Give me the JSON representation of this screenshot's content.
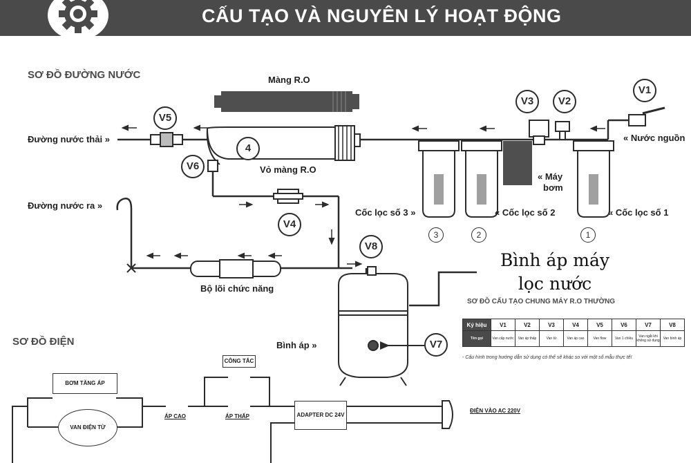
{
  "header": {
    "title": "CẤU TẠO VÀ NGUYÊN LÝ HOẠT ĐỘNG"
  },
  "sections": {
    "water": "SƠ ĐỒ ĐƯỜNG NƯỚC",
    "electric": "SƠ ĐỒ ĐIỆN"
  },
  "labels": {
    "ro_membrane": "Màng R.O",
    "ro_housing": "Vỏ màng R.O",
    "waste_water": "Đường nước thải »",
    "water_out": "Đường nước ra »",
    "water_source": "« Nước nguồn",
    "pump": "« Máy",
    "pump2": "bơm",
    "filter1": "« Cốc lọc số 1",
    "filter2": "« Cốc lọc số 2",
    "filter3": "Cốc lọc số 3 »",
    "functional_core": "Bộ lõi chức năng",
    "pressure_tank": "Bình áp »"
  },
  "valves": [
    "V1",
    "V2",
    "V3",
    "V4",
    "V5",
    "V6",
    "V7",
    "V8"
  ],
  "numbers": [
    "1",
    "2",
    "3",
    "4"
  ],
  "tank_annotation": {
    "line1": "Bình áp máy",
    "line2": "lọc nước"
  },
  "table": {
    "title": "SƠ ĐỒ CẤU TẠO CHUNG MÁY R.O THƯỜNG",
    "row1_header": "Ký hiệu",
    "row2_header": "Tên gọi",
    "codes": [
      "V1",
      "V2",
      "V3",
      "V4",
      "V5",
      "V6",
      "V7",
      "V8"
    ],
    "names": [
      "Van cấp nước",
      "Van áp thấp",
      "Van từ",
      "Van áp cao",
      "Van flow",
      "Van 1 chiều",
      "Van ngắt khi không sử dụng",
      "Van bình áp"
    ],
    "note": "- Cấu hình trong hướng dẫn sử dụng có thể sẽ khác so với một số mẫu thực tế!"
  },
  "electric": {
    "booster_pump": "BƠM TĂNG ÁP",
    "solenoid_valve": "VAN ĐIỆN TỪ",
    "switch": "CÔNG TẮC",
    "high_pressure": "ÁP CAO",
    "low_pressure": "ÁP THẤP",
    "adapter": "ADAPTER DC 24V",
    "ac_input": "ĐIỆN VÀO AC 220V"
  },
  "colors": {
    "header_bg": "#4a4a4a",
    "line": "#2b2b2b",
    "membrane": "#555555",
    "filter_inner": "#a0a0a0"
  },
  "icons": [
    "gear-icon",
    "arrow-icon",
    "plug-icon"
  ]
}
